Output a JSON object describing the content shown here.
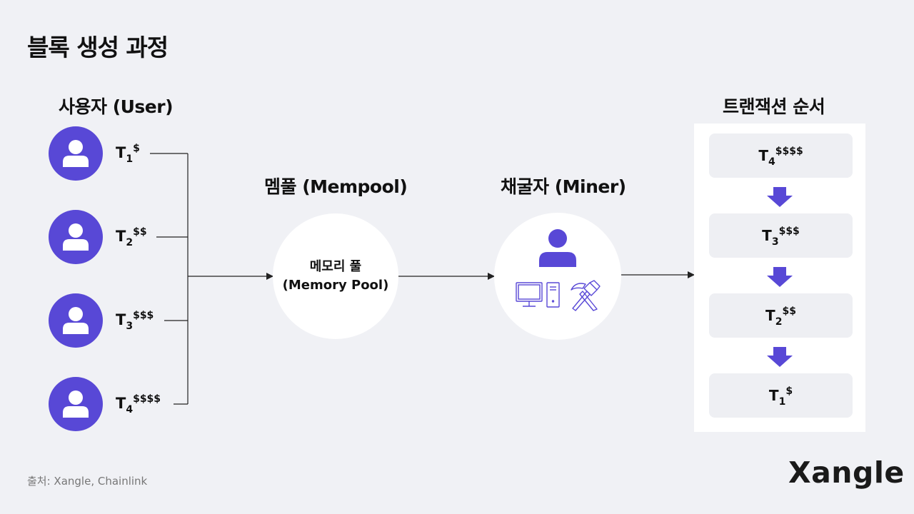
{
  "title": "블록 생성 과정",
  "sections": {
    "user": "사용자 (User)",
    "mempool": "멤풀 (Mempool)",
    "miner": "채굴자 (Miner)",
    "order": "트랜잭션 순서"
  },
  "mempool_circle": {
    "line1": "메모리 풀",
    "line2": "(Memory Pool)"
  },
  "transactions": [
    {
      "base": "T",
      "sub": "1",
      "sup": "$"
    },
    {
      "base": "T",
      "sub": "2",
      "sup": "$$"
    },
    {
      "base": "T",
      "sub": "3",
      "sup": "$$$"
    },
    {
      "base": "T",
      "sub": "4",
      "sup": "$$$$"
    }
  ],
  "order": [
    {
      "base": "T",
      "sub": "4",
      "sup": "$$$$"
    },
    {
      "base": "T",
      "sub": "3",
      "sup": "$$$"
    },
    {
      "base": "T",
      "sub": "2",
      "sup": "$$"
    },
    {
      "base": "T",
      "sub": "1",
      "sup": "$"
    }
  ],
  "source": "출처: Xangle, Chainlink",
  "logo": "Xangle",
  "colors": {
    "accent": "#5848d6",
    "background": "#f0f1f5",
    "panel": "#ffffff",
    "box": "#eeeff3",
    "line": "#222222"
  }
}
